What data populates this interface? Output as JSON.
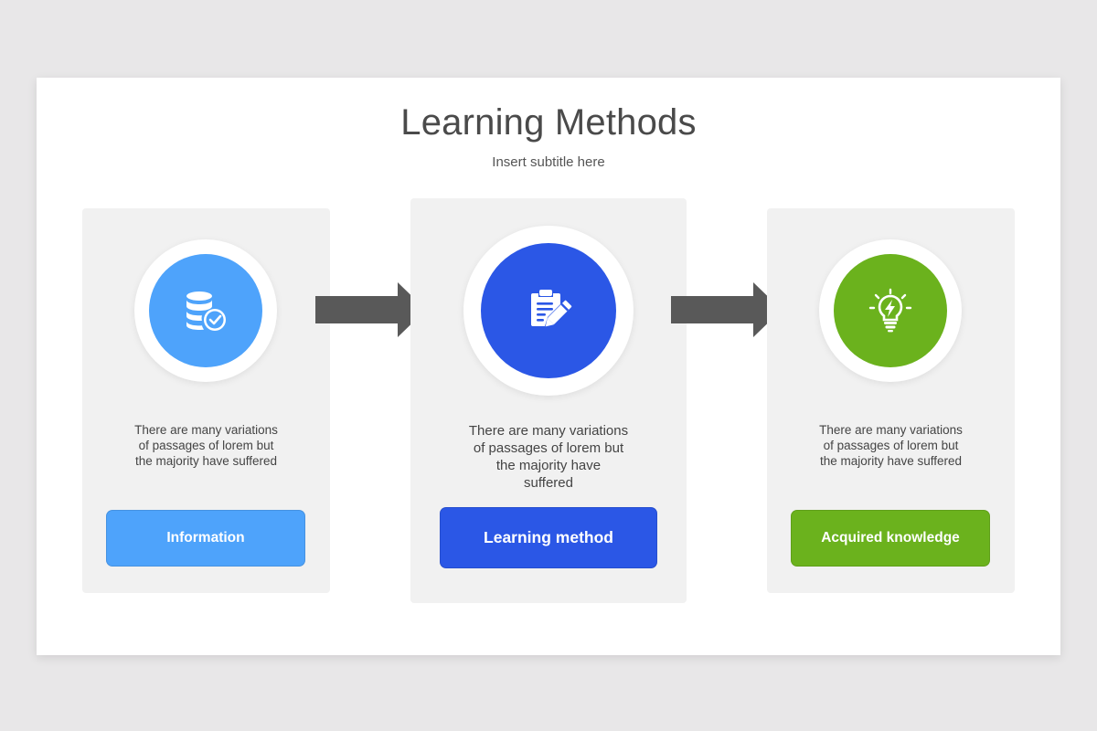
{
  "title": "Learning Methods",
  "subtitle": "Insert subtitle here",
  "steps": [
    {
      "icon": "database-check-icon",
      "color": "#4ea3fb",
      "description": [
        "There are many variations",
        "of passages of lorem but",
        "the majority have suffered"
      ],
      "button_label": "Information"
    },
    {
      "icon": "document-edit-icon",
      "color": "#2b57e6",
      "description": [
        "There are many variations",
        "of passages of lorem but",
        "the majority have",
        "suffered"
      ],
      "button_label": "Learning method"
    },
    {
      "icon": "lightbulb-icon",
      "color": "#6bb21d",
      "description": [
        "There are many variations",
        "of passages of lorem but",
        "the majority have suffered"
      ],
      "button_label": "Acquired knowledge"
    }
  ],
  "arrow_color": "#595959"
}
